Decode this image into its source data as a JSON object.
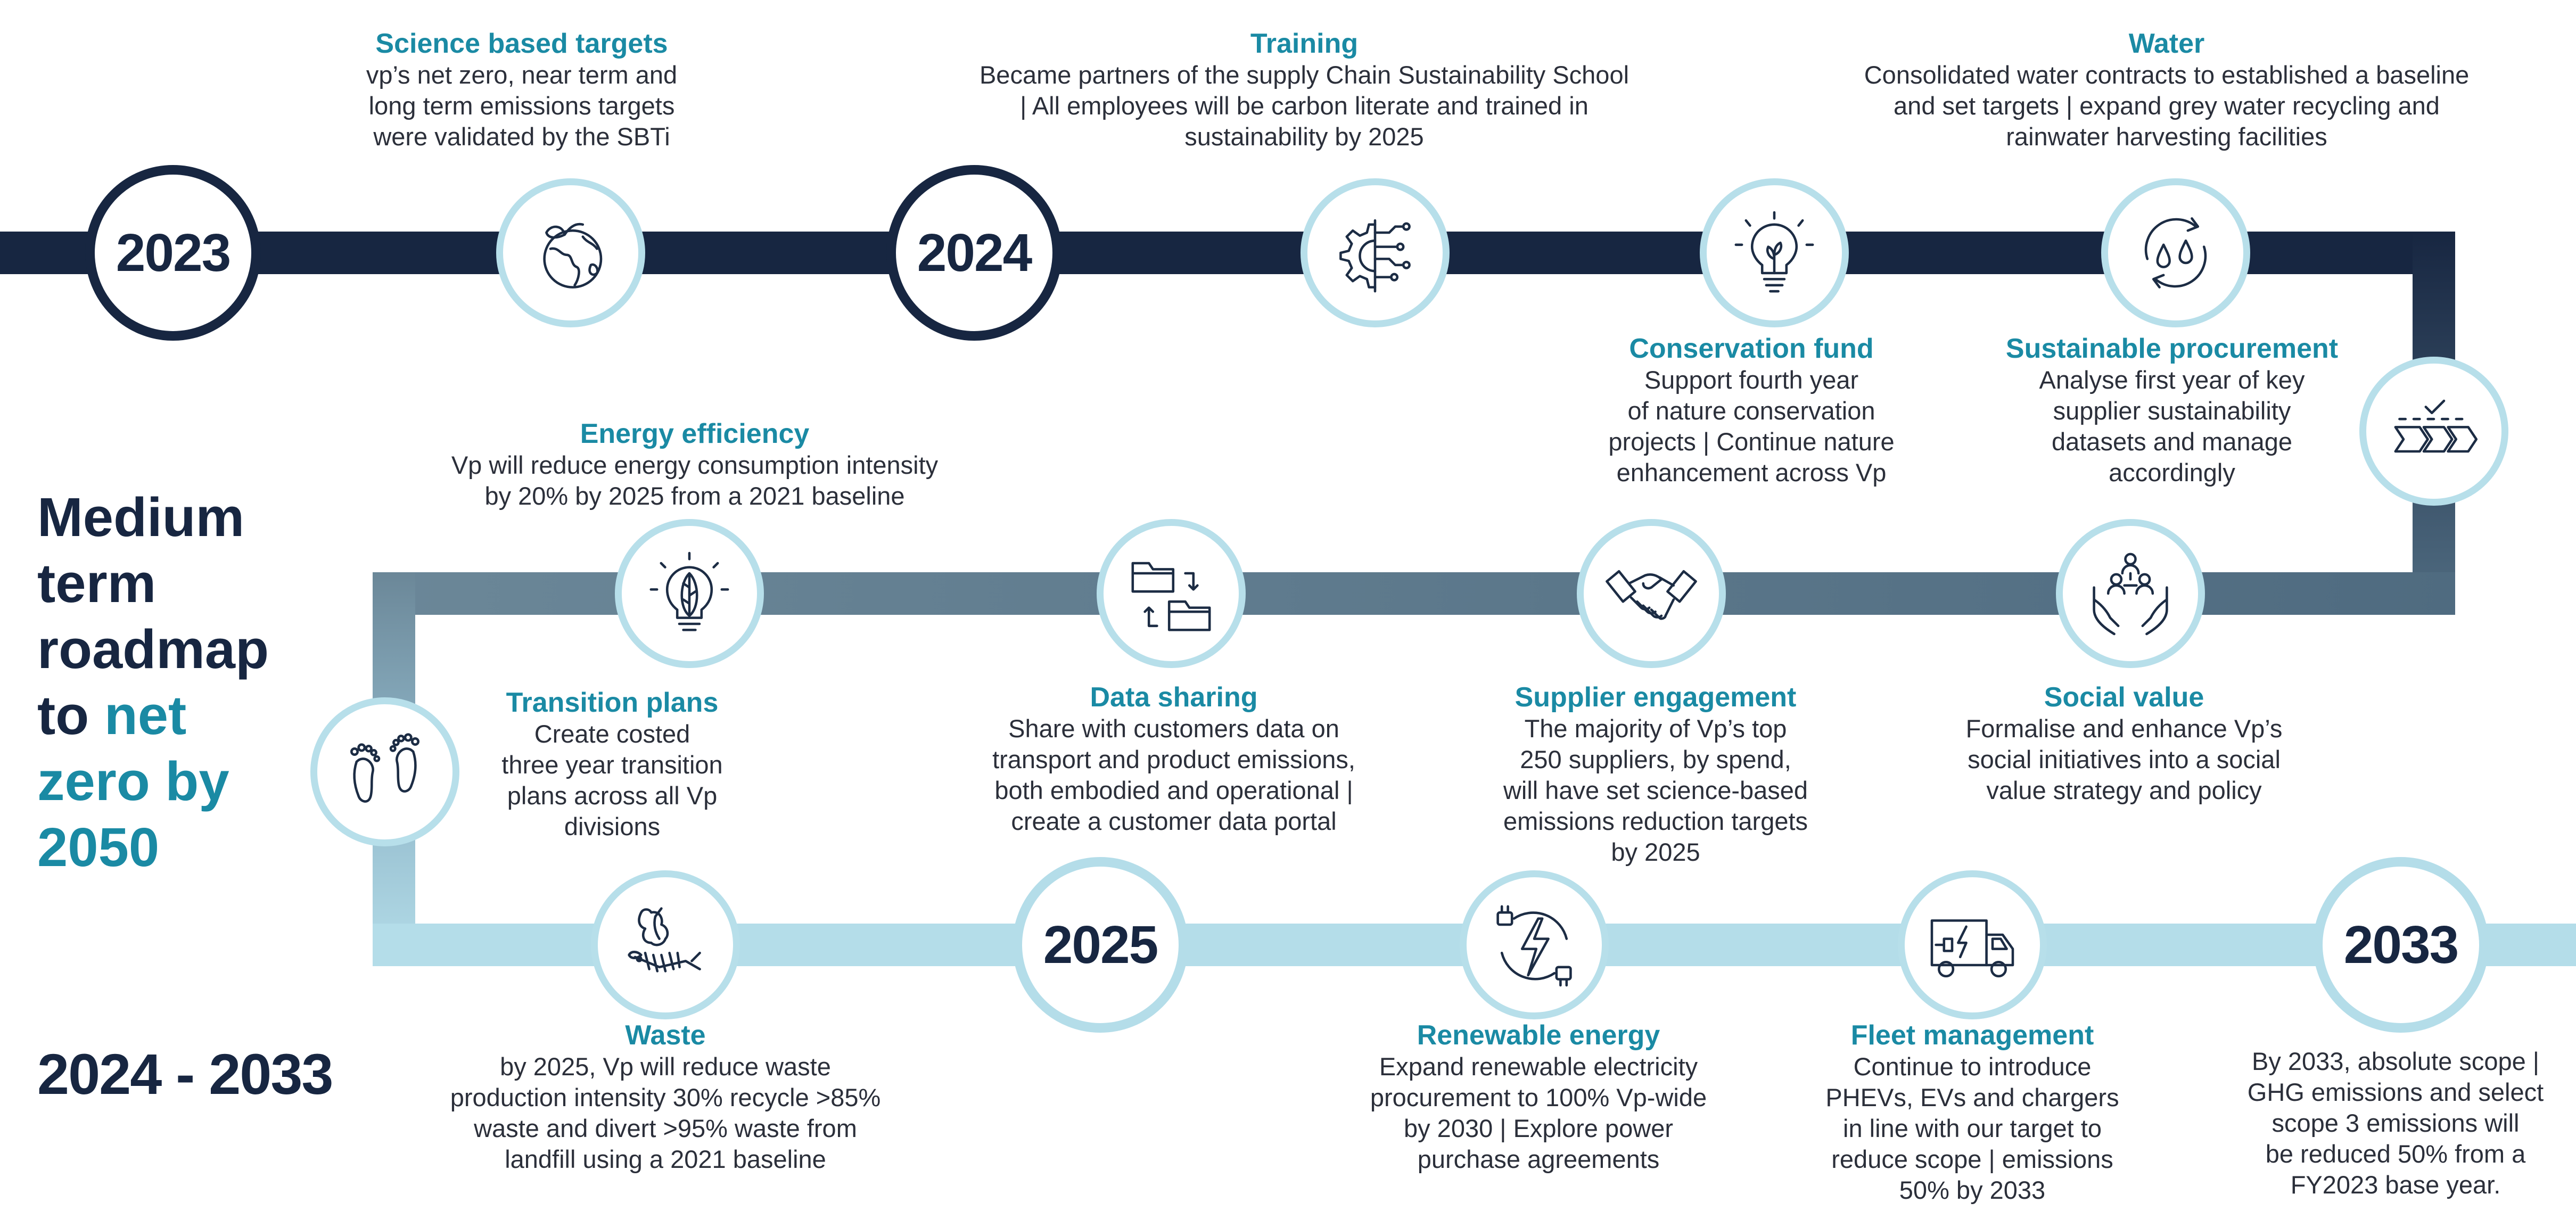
{
  "title": {
    "line1": "Medium",
    "line2": "term",
    "line3": "roadmap",
    "line4_a": "to",
    "line4_b": "net",
    "line5": "zero by",
    "line6": "2050"
  },
  "period": "2024 - 2033",
  "years": {
    "y2023": "2023",
    "y2024": "2024",
    "y2025": "2025",
    "y2033": "2033"
  },
  "icons": {
    "science": "earth-leaf-icon",
    "training": "gear-circuit-icon",
    "conservation": "lightbulb-icon",
    "water": "water-recycle-icon",
    "procurement": "chevron-check-icon",
    "social": "hands-people-icon",
    "supplier": "handshake-icon",
    "data": "folder-exchange-icon",
    "energy": "leaf-bulb-icon",
    "transition": "footprints-icon",
    "waste": "fish-bone-waste-icon",
    "renewable": "lightning-plug-icon",
    "fleet": "electric-truck-icon"
  },
  "colors": {
    "track_dark": "#172641",
    "track_mid": "#567487",
    "track_light": "#b4dde9",
    "ring": "#b7dfea",
    "accent": "#1a8aa4"
  },
  "milestones": {
    "science": {
      "title": "Science based targets",
      "lines": [
        "vp’s net zero, near term and",
        "long term emissions targets",
        "were validated by the SBTi"
      ]
    },
    "training": {
      "title": "Training",
      "lines": [
        "Became partners of the supply Chain Sustainability School",
        "| All employees will be carbon literate and trained in",
        "sustainability by 2025"
      ]
    },
    "water": {
      "title": "Water",
      "lines": [
        "Consolidated water contracts to established a baseline",
        "and set targets | expand grey water recycling and",
        "rainwater harvesting facilities"
      ]
    },
    "conservation": {
      "title": "Conservation fund",
      "lines": [
        "Support fourth year",
        "of nature conservation",
        "projects | Continue nature",
        "enhancement across Vp"
      ]
    },
    "procurement": {
      "title": "Sustainable procurement",
      "lines": [
        "Analyse first year of key",
        "supplier sustainability",
        "datasets and manage",
        "accordingly"
      ]
    },
    "energy": {
      "title": "Energy efficiency",
      "lines": [
        "Vp will reduce energy consumption intensity",
        "by 20% by 2025 from a 2021 baseline"
      ]
    },
    "transition": {
      "title": "Transition plans",
      "lines": [
        "Create costed",
        "three year transition",
        "plans across all Vp",
        "divisions"
      ]
    },
    "data": {
      "title": "Data sharing",
      "lines": [
        "Share with customers data on",
        "transport and product emissions,",
        "both embodied and operational |",
        "create a customer data portal"
      ]
    },
    "supplier": {
      "title": "Supplier engagement",
      "lines": [
        "The majority of Vp’s top",
        "250 suppliers, by spend,",
        "will have set science-based",
        "emissions reduction targets",
        "by 2025"
      ]
    },
    "social": {
      "title": "Social value",
      "lines": [
        "Formalise and enhance Vp’s",
        "social initiatives into a social",
        "value strategy and policy"
      ]
    },
    "waste": {
      "title": "Waste",
      "lines": [
        "by 2025, Vp will reduce waste",
        "production intensity 30% recycle >85%",
        "waste and divert >95% waste from",
        "landfill using a 2021 baseline"
      ]
    },
    "renewable": {
      "title": "Renewable energy",
      "lines": [
        "Expand renewable electricity",
        "procurement to 100% Vp-wide",
        "by 2030 | Explore power",
        "purchase agreements"
      ]
    },
    "fleet": {
      "title": "Fleet management",
      "lines": [
        "Continue to introduce",
        "PHEVs, EVs and chargers",
        "in line with our target to",
        "reduce scope | emissions",
        "50% by 2033"
      ]
    },
    "final": {
      "lines": [
        "By 2033, absolute scope |",
        "GHG emissions and select",
        "scope 3 emissions will",
        "be reduced 50% from a",
        "FY2023 base year."
      ]
    }
  }
}
